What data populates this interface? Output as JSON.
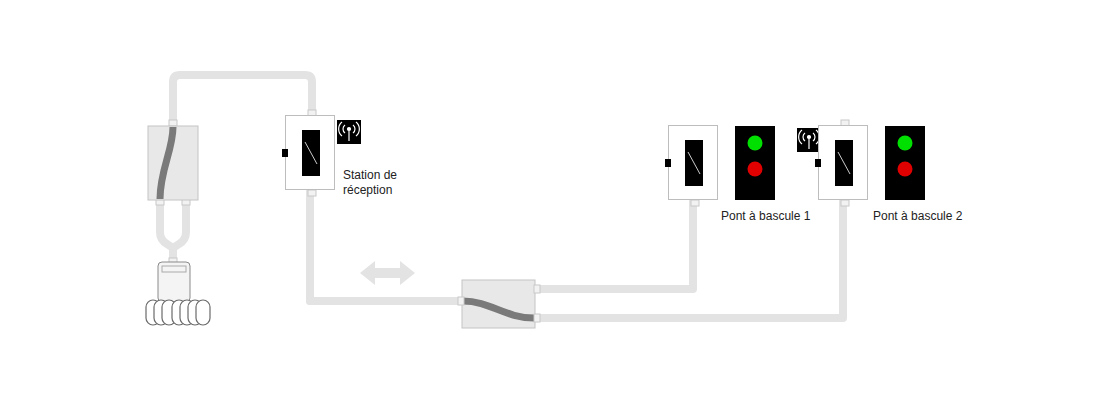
{
  "diagram": {
    "nodes": [
      {
        "text": [
          "Station de réception"
        ]
      },
      {
        "text": [
          "Pont à bascule 1"
        ]
      },
      {
        "text": [
          "Pont à bascule 2"
        ]
      }
    ],
    "edges": [
      {
        "from": 0,
        "to": 1,
        "arrow": "none"
      },
      {
        "from": 0,
        "to": 2,
        "arrow": "none"
      }
    ]
  }
}
